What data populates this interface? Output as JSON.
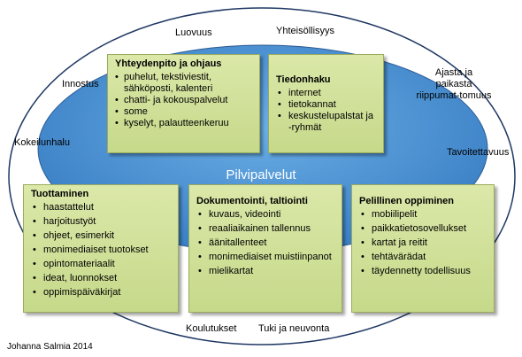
{
  "center": {
    "title": "Pilvipalvelut"
  },
  "outer_labels": {
    "luovuus": "Luovuus",
    "yhteisollisyys": "Yhteisöllisyys",
    "innostus": "Innostus",
    "ajasta": "Ajasta ja paikasta riippumat-tomuus",
    "kokeilunhalu": "Kokeilunhalu",
    "tavoitettavuus": "Tavoitettavuus",
    "koulutukset": "Koulutukset",
    "tuki": "Tuki ja neuvonta"
  },
  "credit": "Johanna Salmia 2014",
  "boxes": {
    "yhteydenpito": {
      "title": "Yhteydenpito ja ohjaus",
      "items": [
        "puhelut, tekstiviestit, sähköposti, kalenteri",
        "chatti- ja kokouspalvelut",
        "some",
        "kyselyt, palautteenkeruu"
      ]
    },
    "tiedonhaku": {
      "title": "Tiedonhaku",
      "items": [
        "internet",
        "tietokannat",
        "keskustelupalstat ja -ryhmät"
      ]
    },
    "tuottaminen": {
      "title": "Tuottaminen",
      "items": [
        "haastattelut",
        "harjoitustyöt",
        "ohjeet, esimerkit",
        "monimediaiset tuotokset",
        "opintomateriaalit",
        "ideat, luonnokset",
        "oppimispäiväkirjat"
      ]
    },
    "dokumentointi": {
      "title": "Dokumentointi, taltiointi",
      "items": [
        "kuvaus, videointi",
        "reaaliaikainen tallennus",
        "äänitallenteet",
        "monimediaiset muistiinpanot",
        "mielikartat"
      ]
    },
    "pelillinen": {
      "title": "Pelillinen oppiminen",
      "items": [
        "mobiilipelit",
        "paikkatietosovellukset",
        "kartat ja reitit",
        "tehtävärädat",
        "täydennetty todellisuus"
      ]
    }
  },
  "colors": {
    "cloud": "#4a8fd2",
    "box_fill": "#d2e29d",
    "box_border": "#9aab5e",
    "outline": "#1f3864"
  }
}
